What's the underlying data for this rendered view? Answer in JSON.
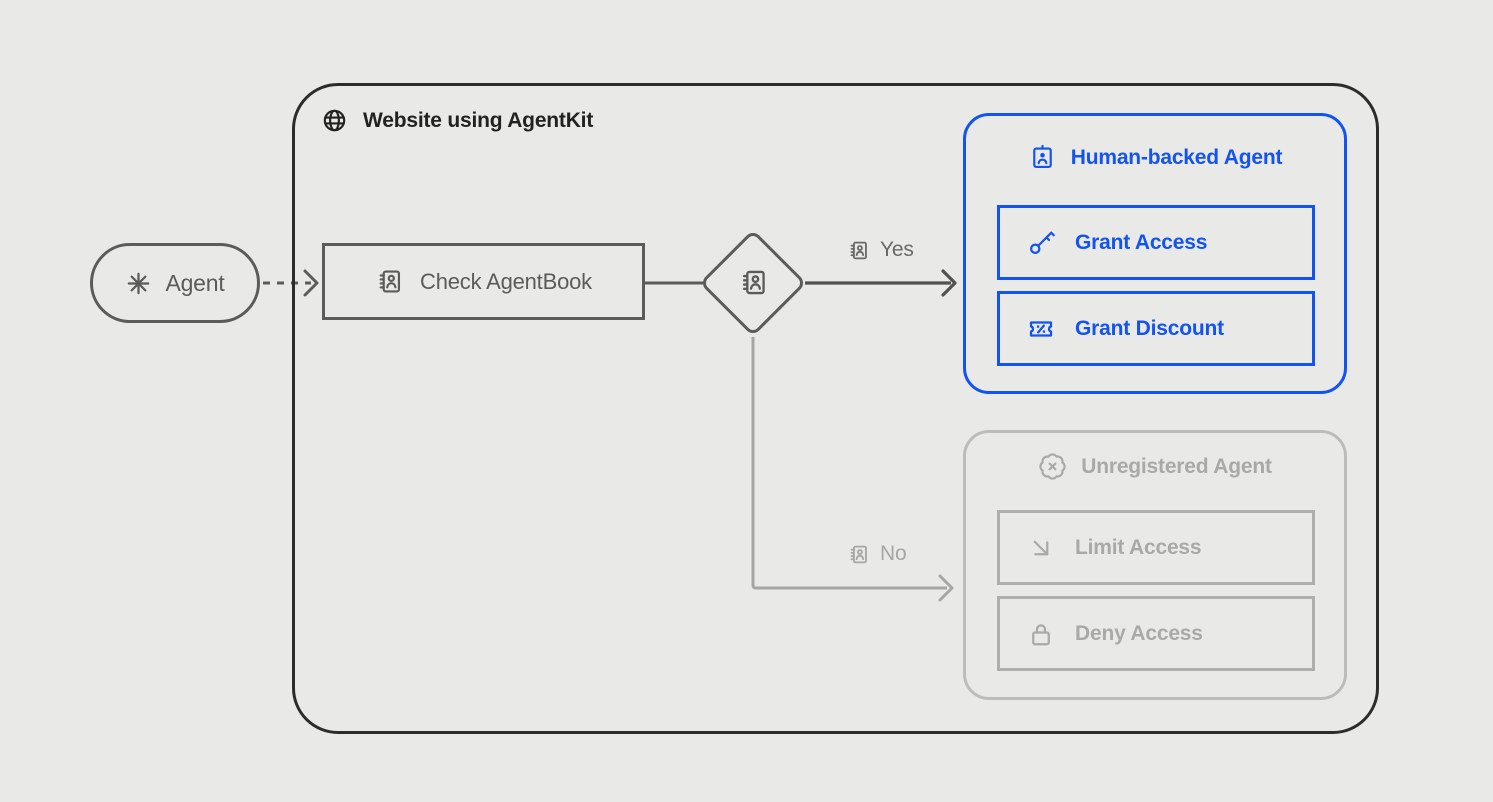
{
  "title": "Website using AgentKit",
  "colors": {
    "background": "#e9e9e7",
    "container_border": "#2c2c2a",
    "node_gray": "#5b5b59",
    "muted_gray": "#a9a9a7",
    "accent_blue": "#1353f2"
  },
  "icons": {
    "container": "globe-icon",
    "agent": "asterisk-icon",
    "check": "address-book-icon",
    "decision": "address-book-icon",
    "yes": "address-book-icon",
    "no": "address-book-icon",
    "registered_title": "id-badge-icon",
    "grant_access": "key-icon",
    "grant_discount": "ticket-percent-icon",
    "unregistered_title": "badge-x-icon",
    "limit_access": "arrow-down-right-icon",
    "deny_access": "lock-icon"
  },
  "agent_node": {
    "label": "Agent"
  },
  "check_node": {
    "label": "Check AgentBook"
  },
  "decision": {
    "yes_label": "Yes",
    "no_label": "No"
  },
  "registered_panel": {
    "title": "Human-backed Agent",
    "buttons": [
      {
        "label": "Grant Access"
      },
      {
        "label": "Grant Discount"
      }
    ]
  },
  "unregistered_panel": {
    "title": "Unregistered Agent",
    "buttons": [
      {
        "label": "Limit Access"
      },
      {
        "label": "Deny Access"
      }
    ]
  }
}
